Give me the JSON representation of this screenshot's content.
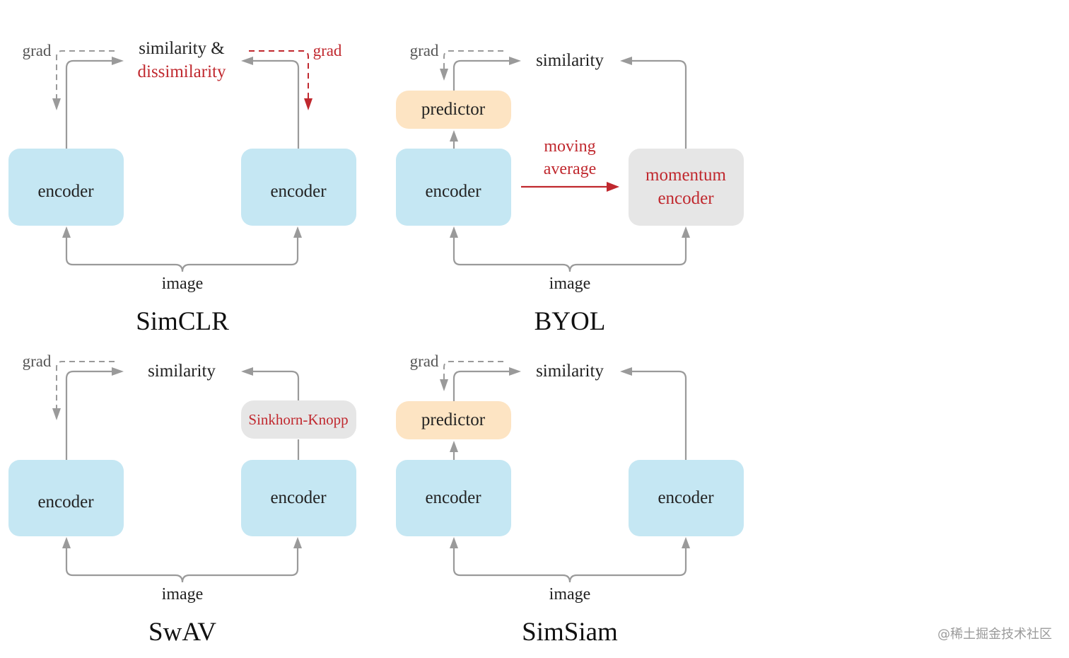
{
  "colors": {
    "encoder_fill": "#c5e7f3",
    "predictor_fill": "#fde4c3",
    "gray_fill": "#e6e6e6",
    "arrow_gray": "#9a9a9a",
    "accent_red": "#c0282e"
  },
  "panels": {
    "simclr": {
      "title": "SimCLR",
      "image_label": "image",
      "encoder_left": "encoder",
      "encoder_right": "encoder",
      "similarity_line1": "similarity &",
      "similarity_line2": "dissimilarity",
      "grad_left": "grad",
      "grad_right": "grad"
    },
    "byol": {
      "title": "BYOL",
      "image_label": "image",
      "encoder_left": "encoder",
      "predictor": "predictor",
      "momentum_line1": "momentum",
      "momentum_line2": "encoder",
      "moving_line1": "moving",
      "moving_line2": "average",
      "similarity": "similarity",
      "grad": "grad"
    },
    "swav": {
      "title": "SwAV",
      "image_label": "image",
      "encoder_left": "encoder",
      "encoder_right": "encoder",
      "sinkhorn": "Sinkhorn-Knopp",
      "similarity": "similarity",
      "grad": "grad"
    },
    "simsiam": {
      "title": "SimSiam",
      "image_label": "image",
      "encoder_left": "encoder",
      "encoder_right": "encoder",
      "predictor": "predictor",
      "similarity": "similarity",
      "grad": "grad"
    }
  },
  "watermark": "@稀土掘金技术社区"
}
